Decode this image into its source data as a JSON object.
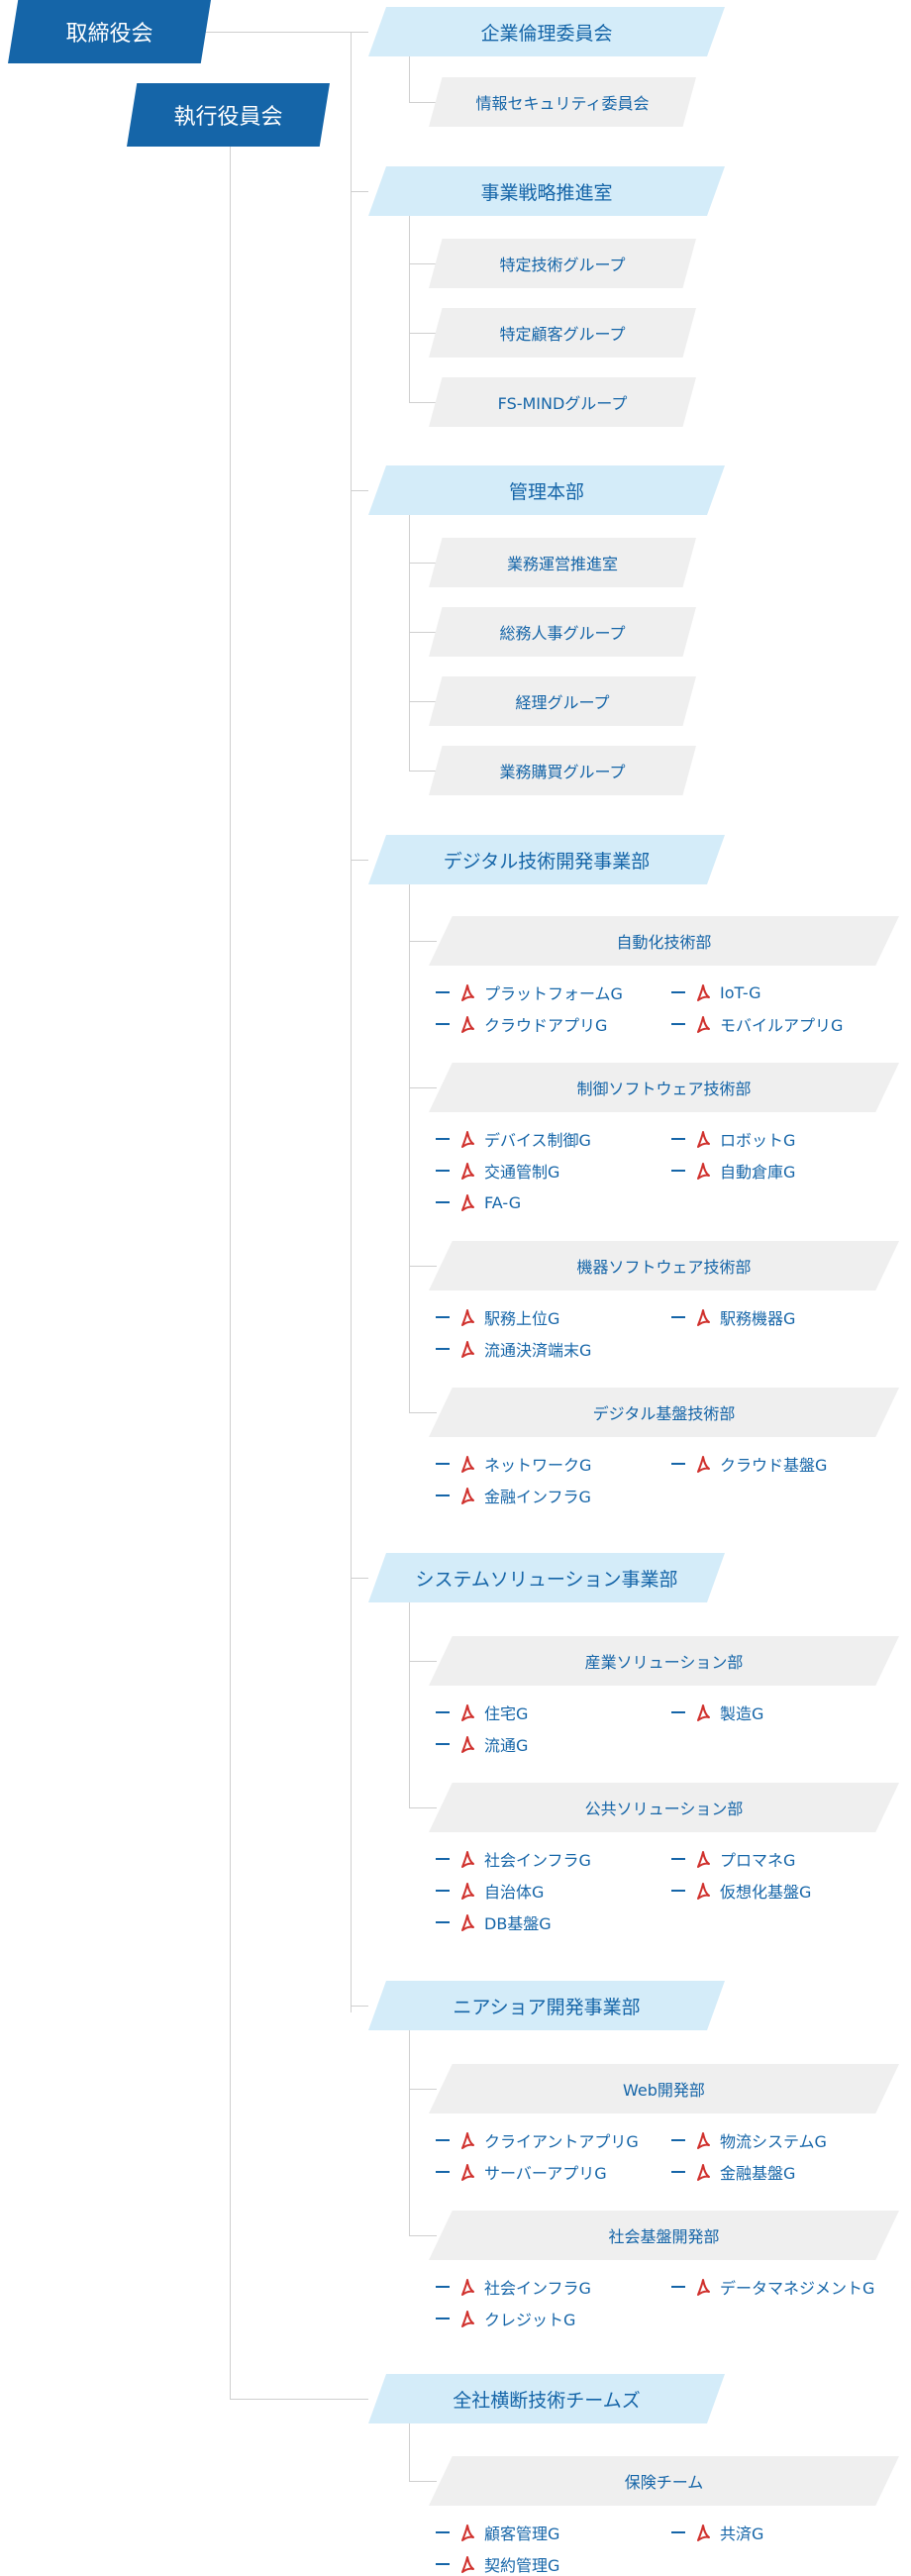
{
  "colors": {
    "board": "#1565a8",
    "division": "#d4ecf9",
    "sub": "#efefef",
    "text_blue": "#1565a8",
    "line": "#cfcfcf",
    "pdf_red": "#d0312d"
  },
  "board": {
    "label": "取締役会"
  },
  "exec": {
    "label": "執行役員会"
  },
  "ethics": {
    "label": "企業倫理委員会",
    "children": [
      {
        "label": "情報セキュリティ委員会"
      }
    ]
  },
  "strategy": {
    "label": "事業戦略推進室",
    "children": [
      {
        "label": "特定技術グループ"
      },
      {
        "label": "特定顧客グループ"
      },
      {
        "label": "FS-MINDグループ"
      }
    ]
  },
  "admin": {
    "label": "管理本部",
    "children": [
      {
        "label": "業務運営推進室"
      },
      {
        "label": "総務人事グループ"
      },
      {
        "label": "経理グループ"
      },
      {
        "label": "業務購買グループ"
      }
    ]
  },
  "digital": {
    "label": "デジタル技術開発事業部",
    "departments": [
      {
        "label": "自動化技術部",
        "groups": [
          "プラットフォームG",
          "IoT-G",
          "クラウドアプリG",
          "モバイルアプリG"
        ]
      },
      {
        "label": "制御ソフトウェア技術部",
        "groups": [
          "デバイス制御G",
          "ロボットG",
          "交通管制G",
          "自動倉庫G",
          "FA-G"
        ]
      },
      {
        "label": "機器ソフトウェア技術部",
        "groups": [
          "駅務上位G",
          "駅務機器G",
          "流通決済端末G"
        ]
      },
      {
        "label": "デジタル基盤技術部",
        "groups": [
          "ネットワークG",
          "クラウド基盤G",
          "金融インフラG"
        ]
      }
    ]
  },
  "system": {
    "label": "システムソリューション事業部",
    "departments": [
      {
        "label": "産業ソリューション部",
        "groups": [
          "住宅G",
          "製造G",
          "流通G"
        ]
      },
      {
        "label": "公共ソリューション部",
        "groups": [
          "社会インフラG",
          "プロマネG",
          "自治体G",
          "仮想化基盤G",
          "DB基盤G"
        ]
      }
    ]
  },
  "nearshore": {
    "label": "ニアショア開発事業部",
    "departments": [
      {
        "label": "Web開発部",
        "groups": [
          "クライアントアプリG",
          "物流システムG",
          "サーバーアプリG",
          "金融基盤G"
        ]
      },
      {
        "label": "社会基盤開発部",
        "groups": [
          "社会インフラG",
          "データマネジメントG",
          "クレジットG"
        ]
      }
    ]
  },
  "crosscut": {
    "label": "全社横断技術チームズ",
    "departments": [
      {
        "label": "保険チーム",
        "groups": [
          "顧客管理G",
          "共済G",
          "契約管理G"
        ]
      }
    ]
  }
}
